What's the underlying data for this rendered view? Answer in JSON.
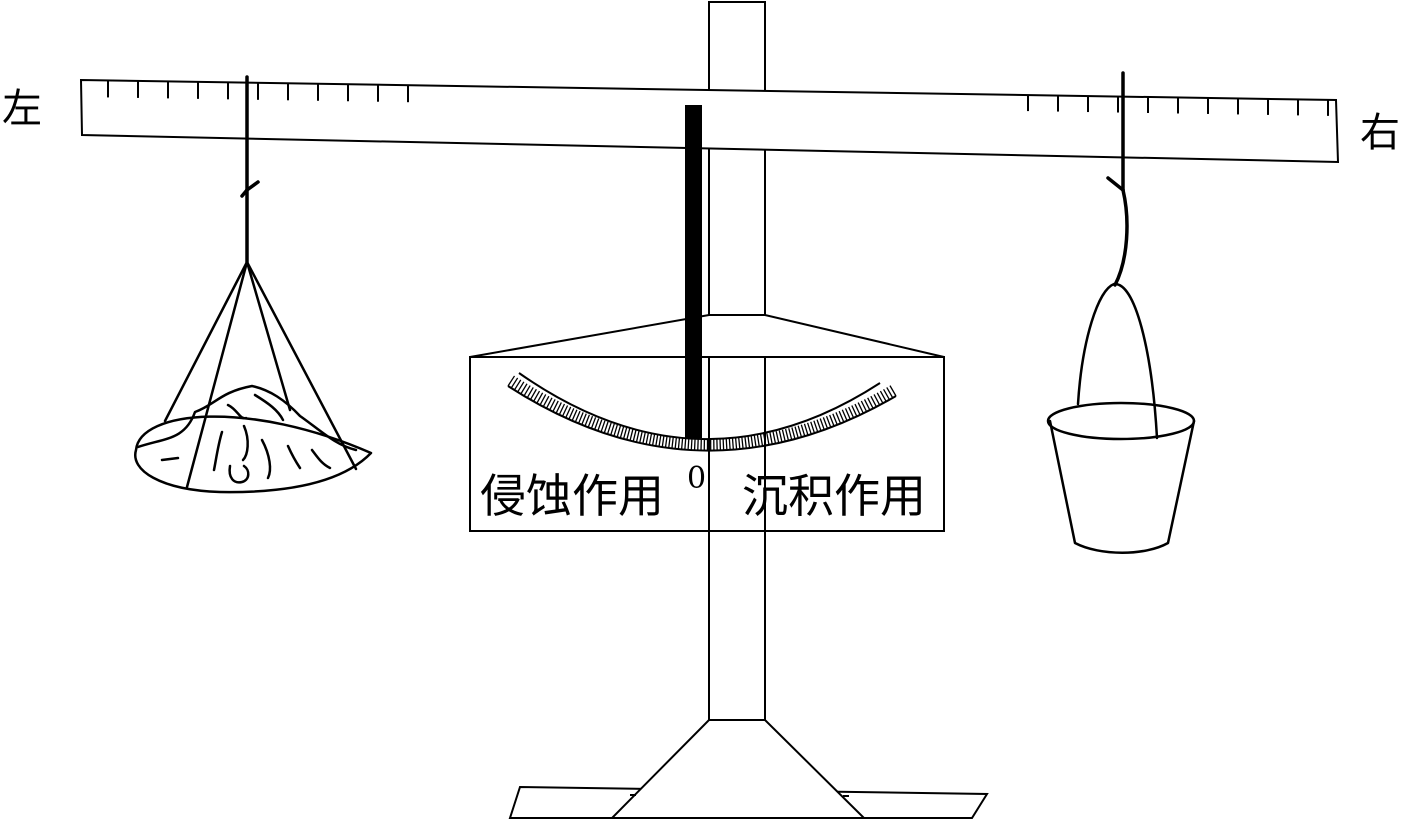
{
  "labels": {
    "left": "左",
    "right": "右",
    "erosion": "侵蚀作用",
    "zero": "0",
    "deposition": "沉积作用"
  },
  "icons": {
    "left_load": "sediment-basket-icon",
    "right_load": "water-bucket-icon"
  },
  "colors": {
    "line": "#000000",
    "background": "#ffffff"
  }
}
